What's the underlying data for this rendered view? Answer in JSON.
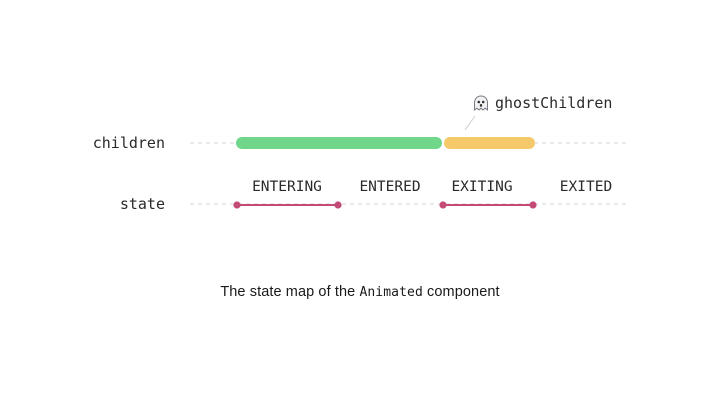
{
  "diagram": {
    "rows": {
      "children_label": "children",
      "state_label": "state"
    },
    "annotation": {
      "label": "ghostChildren",
      "icon": "ghost-icon"
    },
    "states": [
      "ENTERING",
      "ENTERED",
      "EXITING",
      "EXITED"
    ],
    "colors": {
      "present_bar": "#6fd68a",
      "ghost_bar": "#f5c86a",
      "state_line": "#c44a78",
      "dashed_axis": "#d6d6d6",
      "text": "#2a2a2a"
    }
  },
  "caption": {
    "prefix": "The state map of the",
    "code": "Animated",
    "suffix": "component"
  }
}
